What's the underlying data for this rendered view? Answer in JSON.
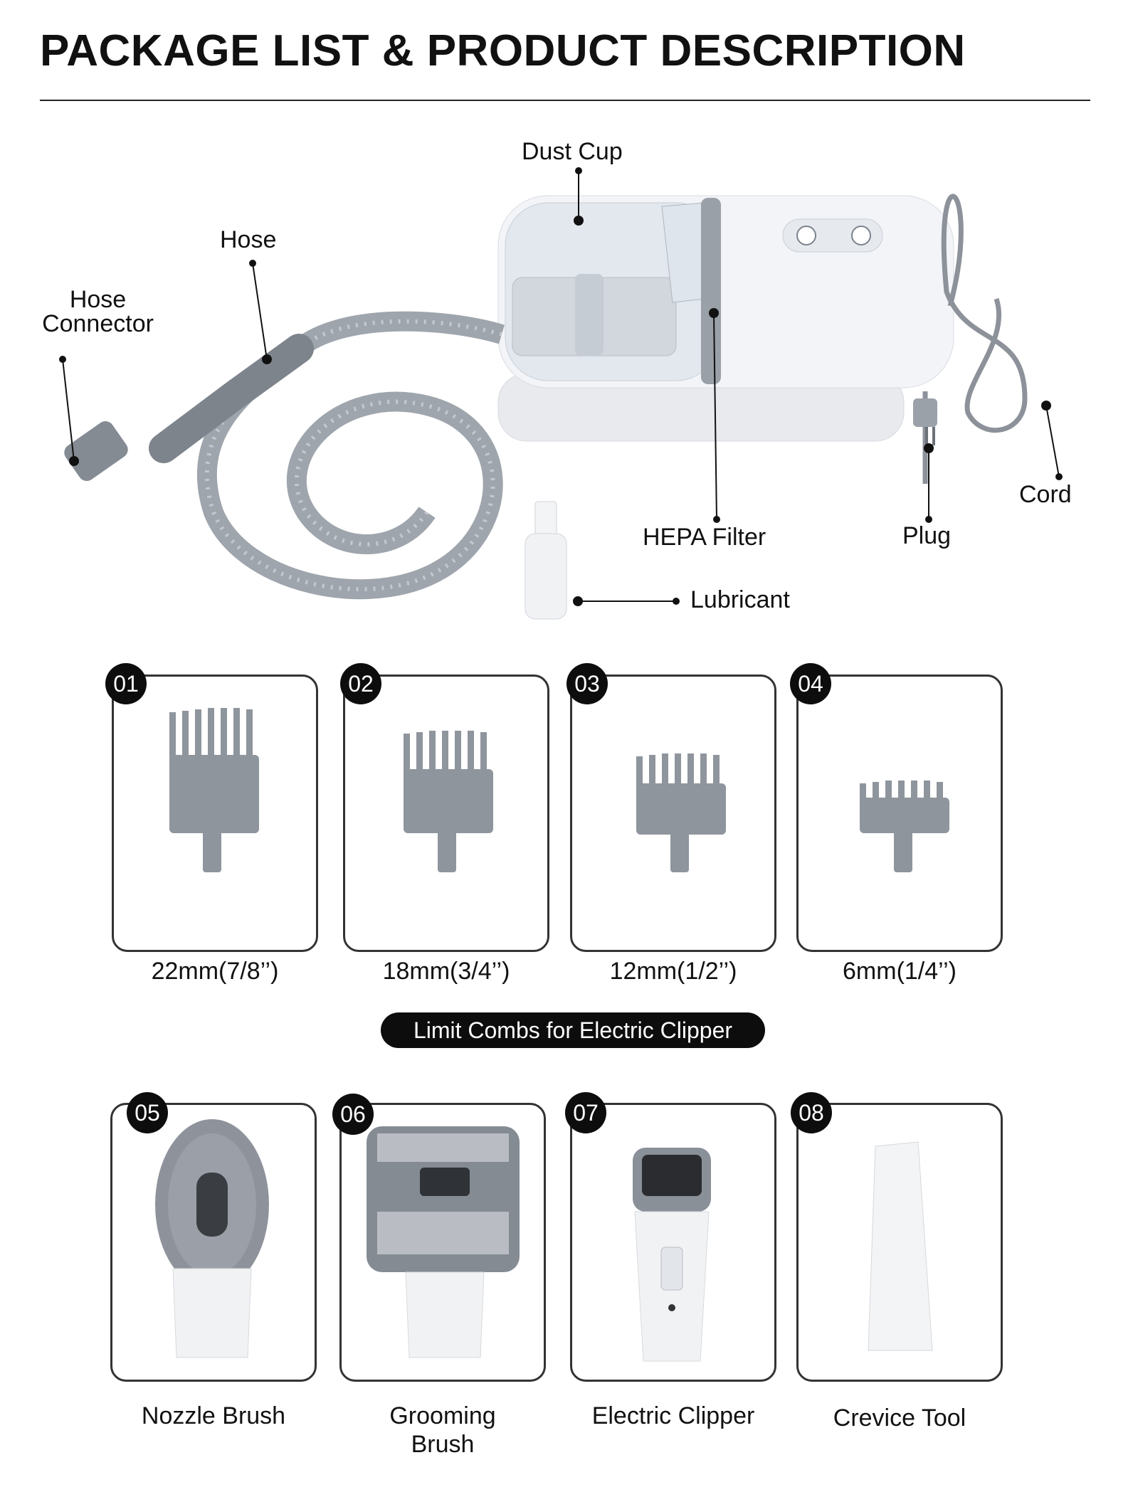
{
  "header": {
    "title": "PACKAGE LIST & PRODUCT DESCRIPTION"
  },
  "product_callouts": {
    "dust_cup": "Dust Cup",
    "hose": "Hose",
    "hose_connector_line1": "Hose",
    "hose_connector_line2": "Connector",
    "hepa_filter": "HEPA Filter",
    "plug": "Plug",
    "cord": "Cord",
    "lubricant": "Lubricant"
  },
  "combs": [
    {
      "number": "01",
      "caption": "22mm(7/8’’)"
    },
    {
      "number": "02",
      "caption": "18mm(3/4’’)"
    },
    {
      "number": "03",
      "caption": "12mm(1/2’’)"
    },
    {
      "number": "04",
      "caption": "6mm(1/4’’)"
    }
  ],
  "combs_label": "Limit Combs for Electric Clipper",
  "accessories": [
    {
      "number": "05",
      "caption_line1": "Nozzle Brush",
      "caption_line2": ""
    },
    {
      "number": "06",
      "caption_line1": "Grooming",
      "caption_line2": "Brush"
    },
    {
      "number": "07",
      "caption_line1": "Electric Clipper",
      "caption_line2": ""
    },
    {
      "number": "08",
      "caption_line1": "Crevice Tool",
      "caption_line2": ""
    }
  ],
  "colors": {
    "accent_dark": "#0d0d0d",
    "product_gray": "#8a8f96",
    "product_white": "#eef0f3"
  }
}
